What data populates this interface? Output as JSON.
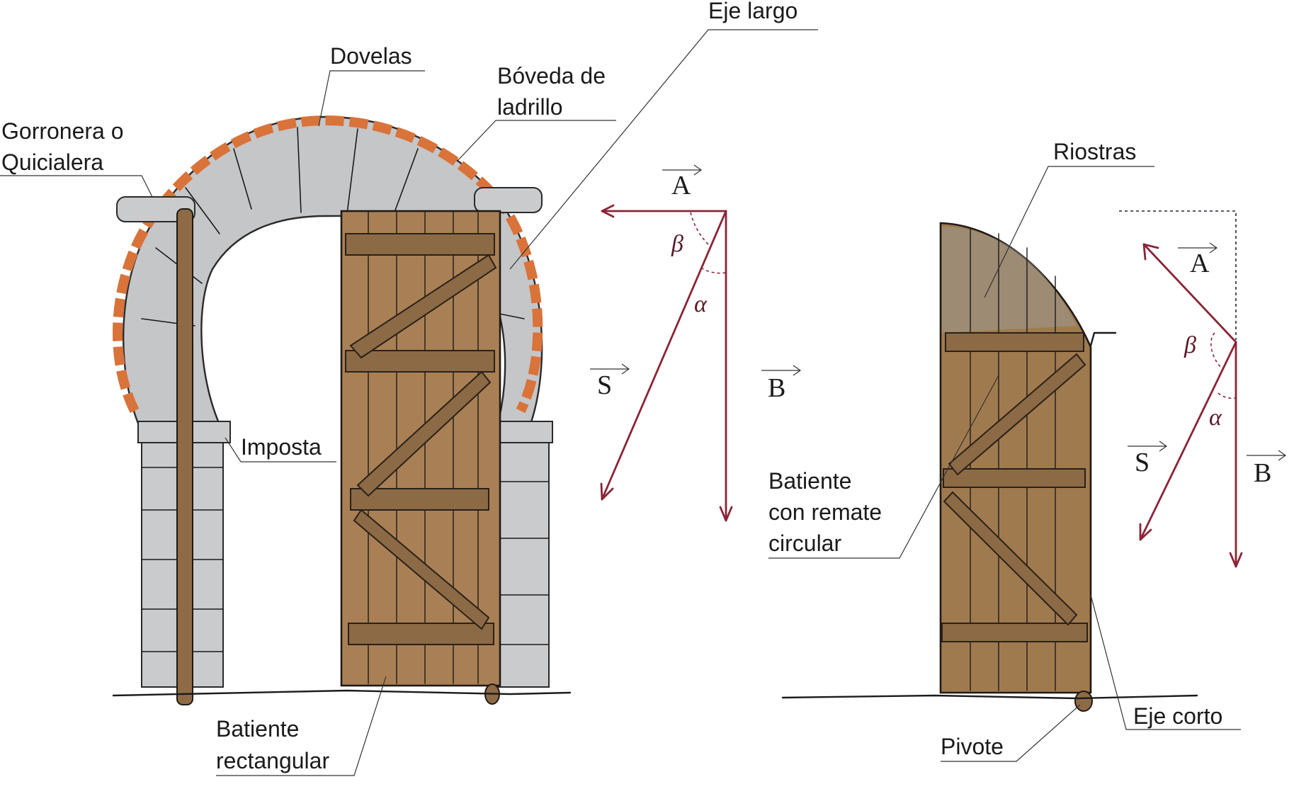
{
  "labels": {
    "eje_largo": "Eje largo",
    "dovelas": "Dovelas",
    "boveda_line1": "Bóveda de",
    "boveda_line2": "ladrillo",
    "gorronera_line1": "Gorronera o",
    "gorronera_line2": "Quicialera",
    "imposta": "Imposta",
    "batiente_rect_line1": "Batiente",
    "batiente_rect_line2": "rectangular",
    "riostras": "Riostras",
    "batiente_circ_line1": "Batiente",
    "batiente_circ_line2": "con remate",
    "batiente_circ_line3": "circular",
    "eje_corto": "Eje corto",
    "pivote": "Pivote"
  },
  "force_diagram_left": {
    "vector_a": "A",
    "vector_b": "B",
    "vector_s": "S",
    "angle_beta": "β",
    "angle_alpha": "α"
  },
  "force_diagram_right": {
    "vector_a": "A",
    "vector_b": "B",
    "vector_s": "S",
    "angle_beta": "β",
    "angle_alpha": "α"
  },
  "colors": {
    "force_vectors": "#8a2436",
    "wood": "#a98055",
    "stone": "#c9cbcd",
    "brick": "#d9733a"
  }
}
